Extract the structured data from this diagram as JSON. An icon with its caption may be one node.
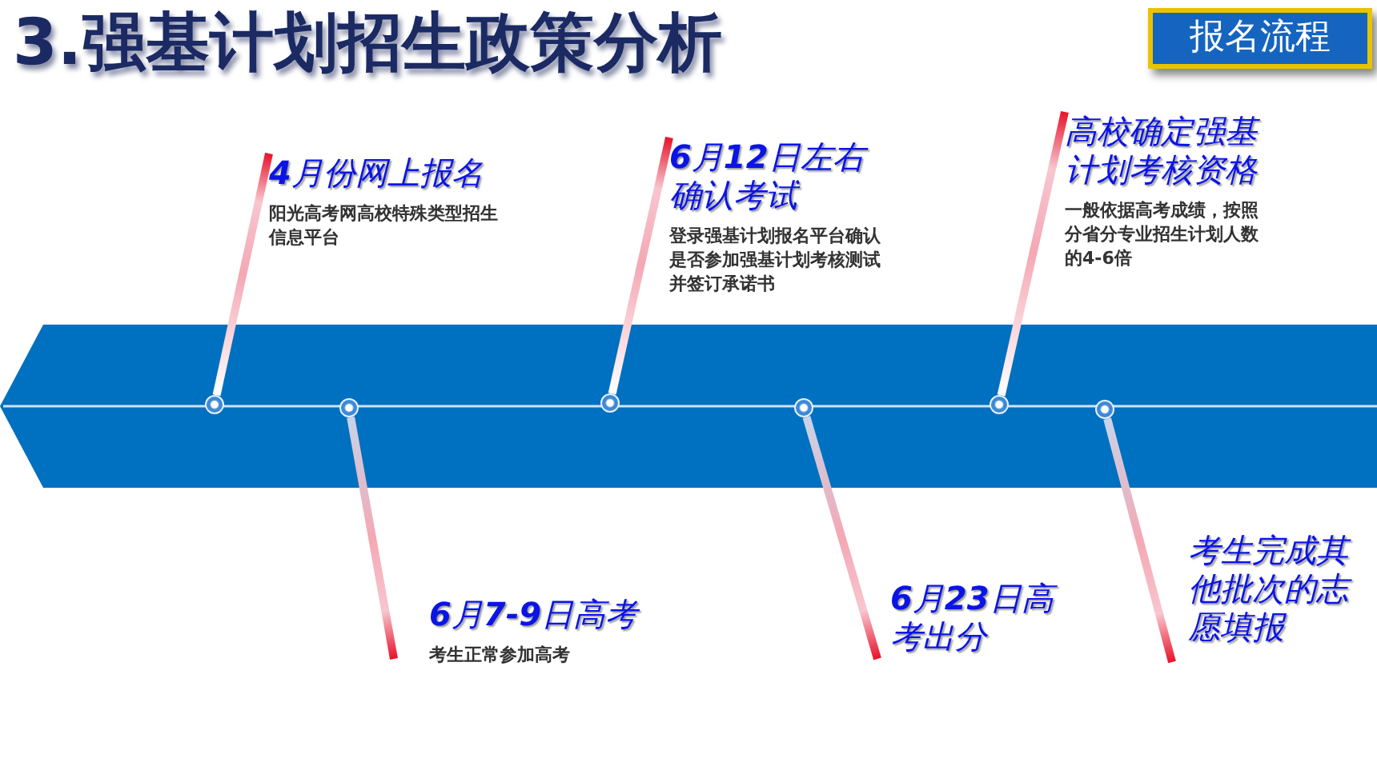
{
  "diagram": {
    "title": "3.强基计划招生政策分析",
    "nodes": [
      {
        "text": [
          "报名流程"
        ]
      },
      {
        "text": [
          "**4**月份网上报名",
          "阳光高考网高校特殊类型招生信息平台"
        ]
      },
      {
        "text": [
          "**6**月**12**日左右确认考试",
          "登录强基计划报名平台确认是否参加强基计划考核测试并签订承诺书"
        ]
      },
      {
        "text": [
          "高校确定强基计划考核资格",
          "一般依据高考成绩，按照分省分专业招生计划人数的4-6倍"
        ]
      },
      {
        "text": [
          "**6**月**7-9**日高考",
          "考生正常参加高考"
        ]
      },
      {
        "text": [
          "**6**月**23**日高考出分"
        ]
      },
      {
        "text": [
          "考生完成其他批次的志愿填报"
        ]
      },
      {
        "text": [],
        "shape": "circle"
      },
      {
        "text": [],
        "shape": "circle"
      },
      {
        "text": [],
        "shape": "circle"
      },
      {
        "text": [],
        "shape": "circle"
      },
      {
        "text": [],
        "shape": "circle"
      },
      {
        "text": [],
        "shape": "circle"
      }
    ],
    "edges": [
      {
        "from": 1,
        "to": 7,
        "arrow": "none"
      },
      {
        "from": 4,
        "to": 8,
        "arrow": "none"
      },
      {
        "from": 2,
        "to": 9,
        "arrow": "none"
      },
      {
        "from": 5,
        "to": 10,
        "arrow": "none"
      },
      {
        "from": 3,
        "to": 11,
        "arrow": "none"
      },
      {
        "from": 6,
        "to": 12,
        "arrow": "none"
      }
    ]
  }
}
